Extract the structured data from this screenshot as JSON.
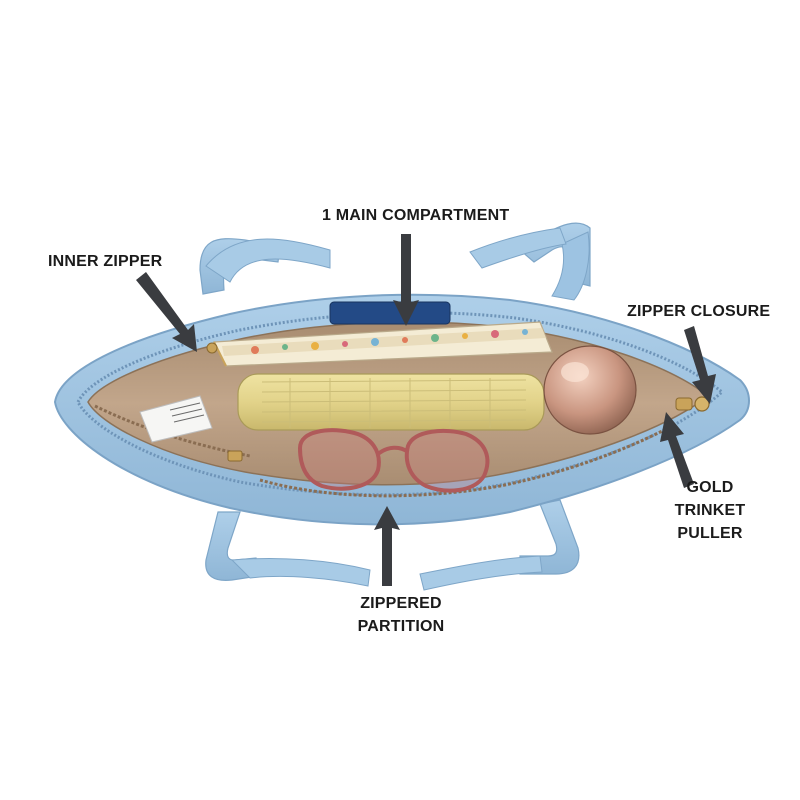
{
  "colors": {
    "bag_blue": "#9cc2e1",
    "lining_tan": "#b89a7e",
    "label_text": "#1b1b1b",
    "arrow": "#3a3c40",
    "zipper_gold": "#c9a35a"
  },
  "callouts": {
    "main_compartment": "1 MAIN COMPARTMENT",
    "inner_zipper": "INNER ZIPPER",
    "zipper_closure": "ZIPPER CLOSURE",
    "gold_trinket_puller": [
      "GOLD",
      "TRINKET",
      "PULLER"
    ],
    "zippered_partition": [
      "ZIPPERED",
      "PARTITION"
    ]
  },
  "items": [
    "tote-bag-icon",
    "floral-pouch-icon",
    "yellow-wallet-icon",
    "candle-jar-icon",
    "sunglasses-icon",
    "tag-card-icon"
  ]
}
